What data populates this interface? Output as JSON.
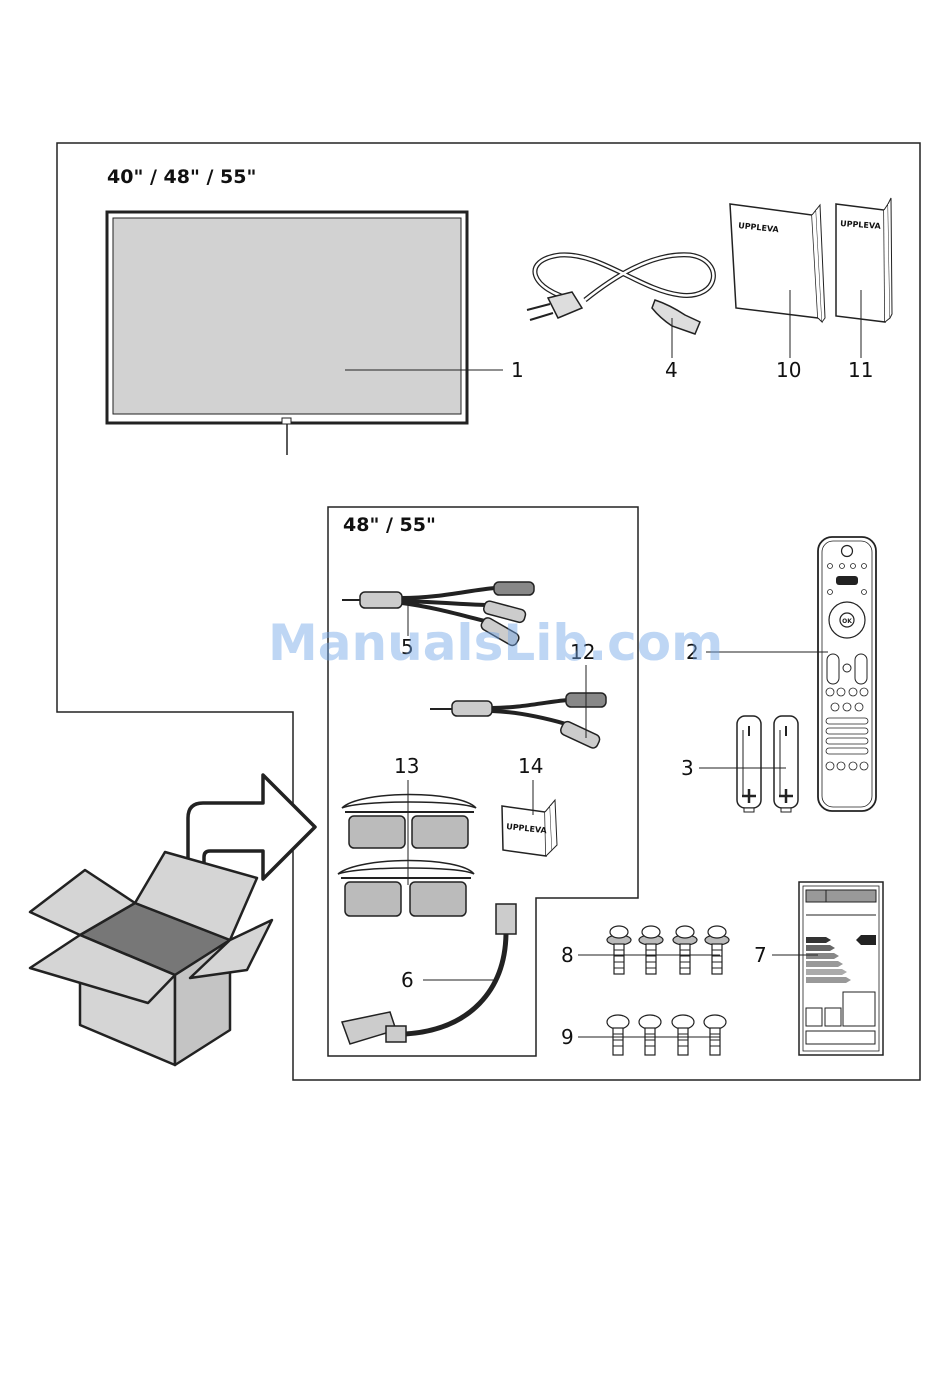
{
  "headings": {
    "all_sizes": "40\" / 48\" / 55\"",
    "large_sizes": "48\" / 55\""
  },
  "brand_label": "UPPLEVA",
  "callouts": {
    "tv": "1",
    "remote": "2",
    "batteries": "3",
    "power_cord": "4",
    "av_cable": "5",
    "scart_adapter": "6",
    "energy_label": "7",
    "screws_a": "8",
    "screws_b": "9",
    "manual_large": "10",
    "manual_small": "11",
    "audio_cable": "12",
    "glasses": "13",
    "glasses_leaflet": "14"
  },
  "remote": {
    "ok_label": "OK"
  },
  "watermark": "ManualsLib.com"
}
